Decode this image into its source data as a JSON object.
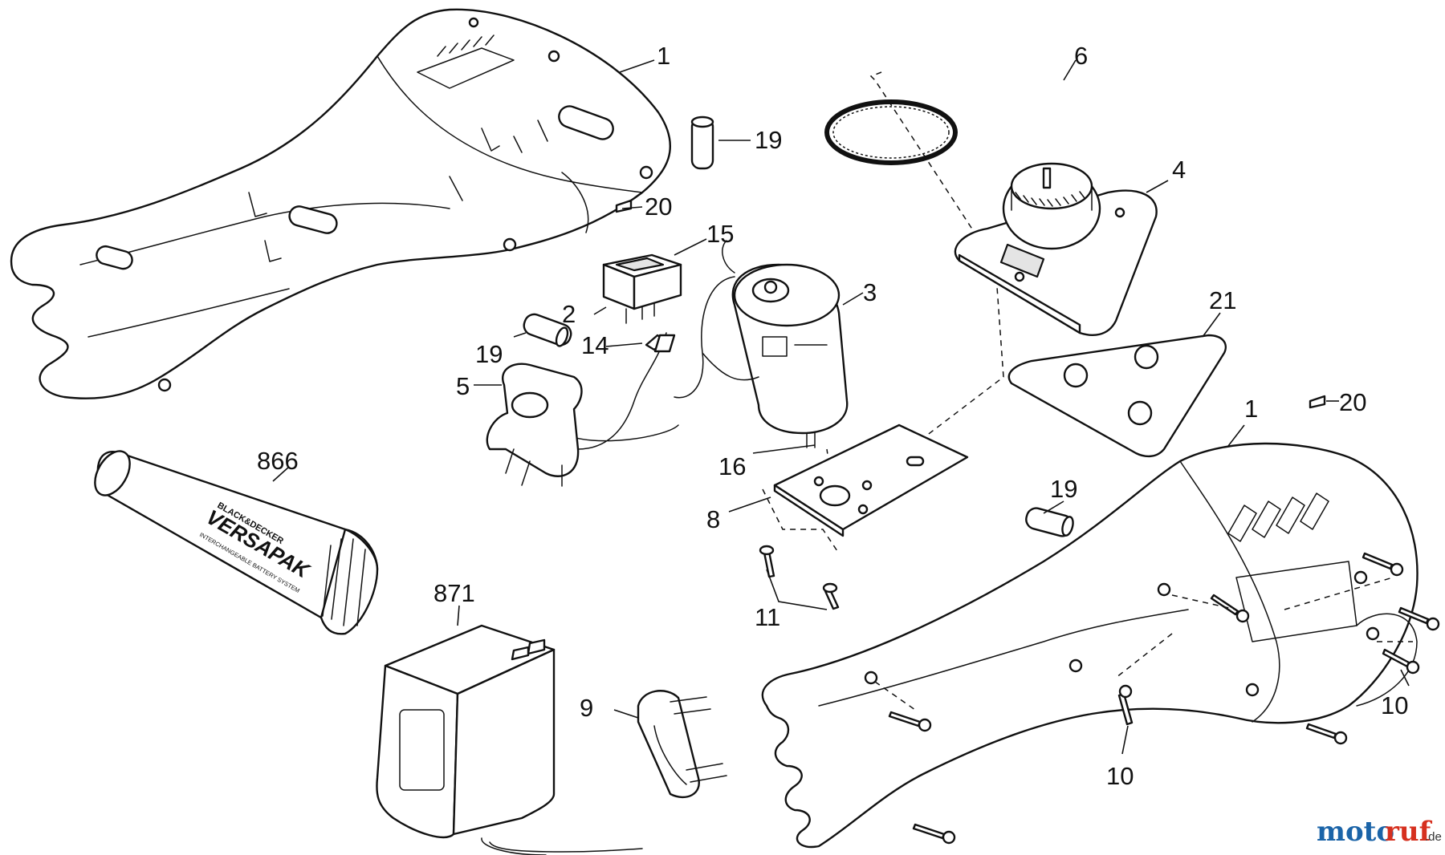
{
  "labels": {
    "l1a": "1",
    "l19a": "19",
    "l20a": "20",
    "l15": "15",
    "l2": "2",
    "l3": "3",
    "l19b": "19",
    "l14": "14",
    "l5": "5",
    "l6": "6",
    "l4": "4",
    "l21": "21",
    "l20b": "20",
    "l1b": "1",
    "l866": "866",
    "l16": "16",
    "l8": "8",
    "l19c": "19",
    "l11": "11",
    "l871": "871",
    "l9": "9",
    "l10a": "10",
    "l10b": "10"
  },
  "battery": {
    "brand": "BLACK&DECKER",
    "product": "VERSAPAK",
    "tagline": "INTERCHANGEABLE BATTERY SYSTEM"
  },
  "watermark": {
    "part1": "moto",
    "part2": "ruf",
    "suffix": ".de"
  }
}
